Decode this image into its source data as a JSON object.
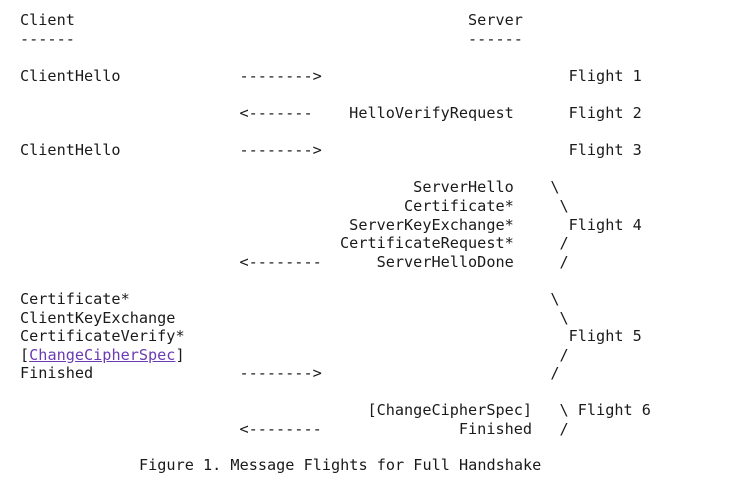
{
  "figure": {
    "caption": "Figure 1. Message Flights for Full Handshake",
    "headers": {
      "client_label": "Client",
      "client_rule": "------",
      "server_label": "Server",
      "server_rule": "------"
    },
    "arrows": {
      "to_server_short": "-------->",
      "to_client_short": "<-------",
      "to_client_long": "<--------"
    },
    "brace_chars": {
      "open": "\\",
      "close": "/"
    },
    "link": {
      "text": "ChangeCipherSpec",
      "color": "#6a3ab2",
      "open_bracket": "[",
      "close_bracket": "]"
    },
    "colors": {
      "background": "#ffffff",
      "text": "#1a1a1a",
      "link": "#6a3ab2"
    },
    "flights": [
      {
        "id": 1,
        "label": "Flight 1",
        "direction": "client-to-server",
        "arrow": "-------->",
        "client_messages": [
          "ClientHello"
        ],
        "server_messages": []
      },
      {
        "id": 2,
        "label": "Flight 2",
        "direction": "server-to-client",
        "arrow": "<-------",
        "client_messages": [],
        "server_messages": [
          "HelloVerifyRequest"
        ]
      },
      {
        "id": 3,
        "label": "Flight 3",
        "direction": "client-to-server",
        "arrow": "-------->",
        "client_messages": [
          "ClientHello"
        ],
        "server_messages": []
      },
      {
        "id": 4,
        "label": "Flight 4",
        "direction": "server-to-client",
        "arrow": "<--------",
        "client_messages": [],
        "server_messages": [
          "ServerHello",
          "Certificate*",
          "ServerKeyExchange*",
          "CertificateRequest*",
          "ServerHelloDone"
        ]
      },
      {
        "id": 5,
        "label": "Flight 5",
        "direction": "client-to-server",
        "arrow": "-------->",
        "client_messages": [
          "Certificate*",
          "ClientKeyExchange",
          "CertificateVerify*",
          "[ChangeCipherSpec]",
          "Finished"
        ],
        "server_messages": []
      },
      {
        "id": 6,
        "label": "Flight 6",
        "direction": "server-to-client",
        "arrow": "<--------",
        "client_messages": [],
        "server_messages": [
          "[ChangeCipherSpec]",
          "Finished"
        ]
      }
    ],
    "lines": [
      "Client                                           Server",
      "------                                           ------",
      "",
      "ClientHello             -------->                           Flight 1",
      "",
      "                        <-------    HelloVerifyRequest      Flight 2",
      "",
      "ClientHello             -------->                           Flight 3",
      "",
      "                                           ServerHello    \\",
      "                                          Certificate*     \\",
      "                                    ServerKeyExchange*      Flight 4",
      "                                   CertificateRequest*     /",
      "                        <--------      ServerHelloDone     /",
      "",
      "Certificate*                                              \\",
      "ClientKeyExchange                                          \\",
      "CertificateVerify*                                          Flight 5",
      "[ChangeCipherSpec]                                         /",
      "Finished                -------->                         /",
      "",
      "                                      [ChangeCipherSpec]   \\ Flight 6",
      "                        <--------               Finished   /"
    ]
  }
}
